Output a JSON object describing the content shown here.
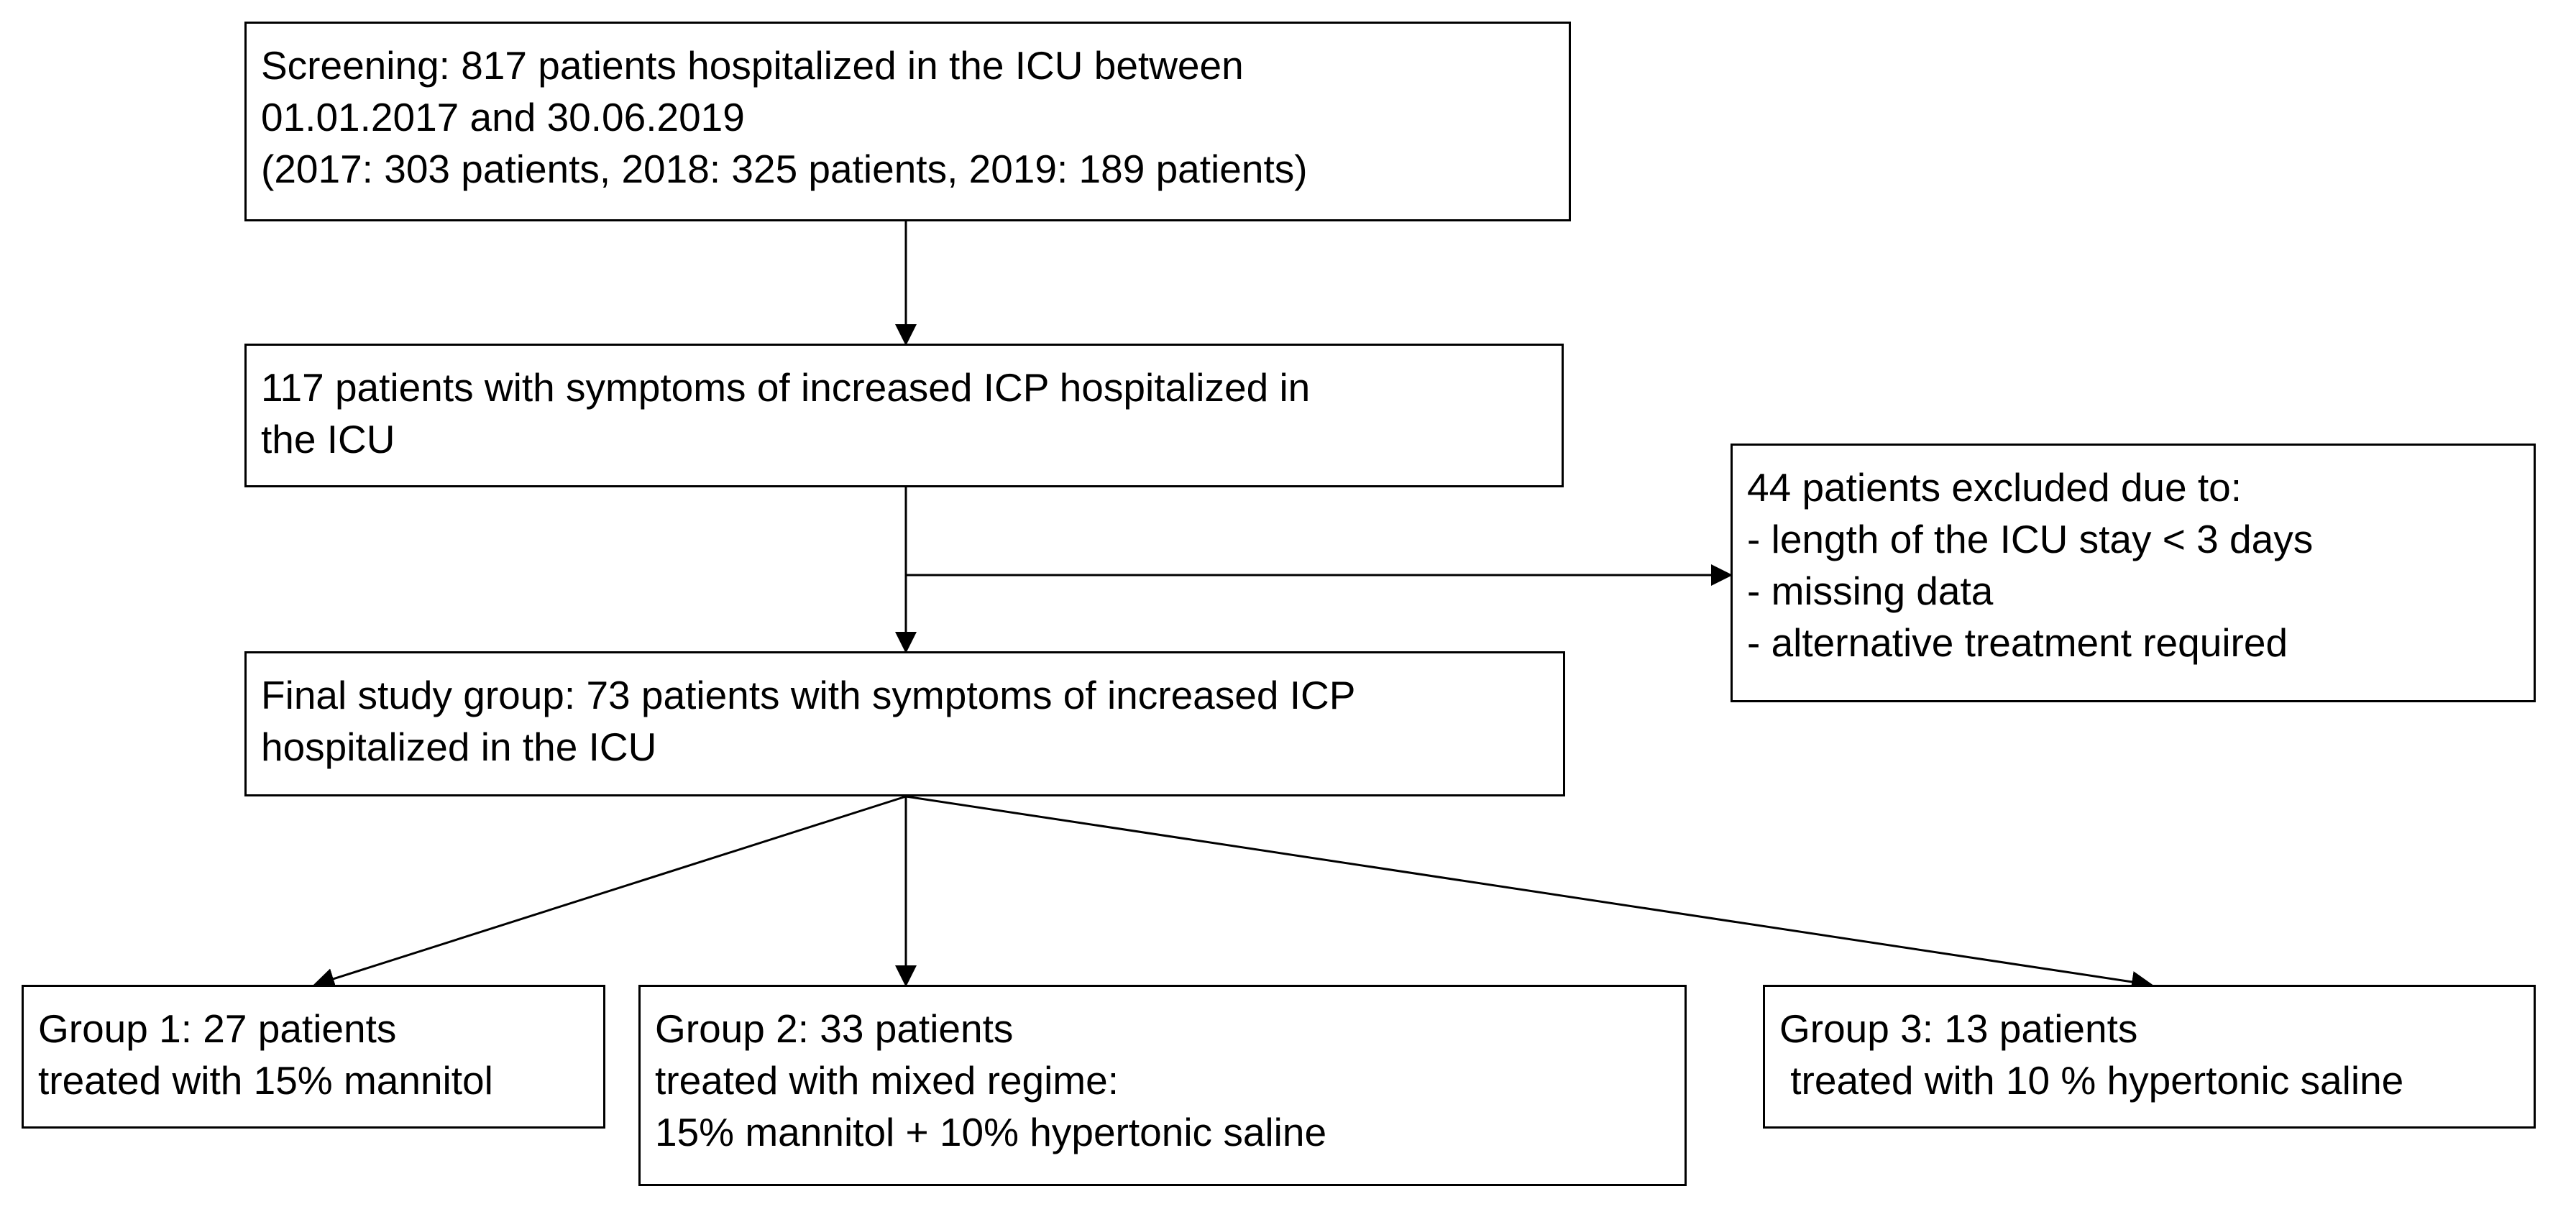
{
  "boxes": {
    "screening": {
      "lines": [
        "Screening: 817 patients hospitalized in the ICU between",
        "01.01.2017 and 30.06.2019",
        "(2017: 303 patients, 2018: 325 patients, 2019: 189 patients)"
      ]
    },
    "symptoms": {
      "lines": [
        "117 patients with symptoms of increased ICP hospitalized in",
        "the ICU"
      ]
    },
    "excluded": {
      "lines": [
        "44 patients excluded due to:",
        "- length of the ICU stay < 3 days",
        "- missing data",
        "- alternative treatment required"
      ]
    },
    "final": {
      "lines": [
        "Final study group: 73 patients with symptoms of increased ICP",
        "hospitalized in the ICU"
      ]
    },
    "group1": {
      "lines": [
        "Group 1: 27 patients",
        "treated with 15% mannitol"
      ]
    },
    "group2": {
      "lines": [
        "Group 2: 33 patients",
        "treated with mixed regime:",
        "15% mannitol + 10% hypertonic saline"
      ]
    },
    "group3": {
      "lines": [
        "Group 3: 13 patients",
        " treated with 10 % hypertonic saline"
      ]
    }
  }
}
